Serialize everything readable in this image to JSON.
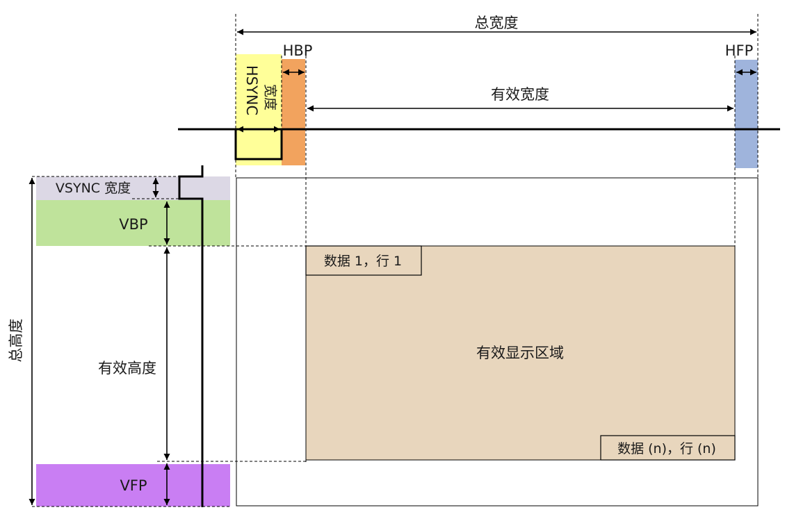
{
  "labels": {
    "total_width": "总宽度",
    "hbp": "HBP",
    "hfp": "HFP",
    "hsync_en": "HSYNC",
    "hsync_cn": "宽度",
    "valid_width": "有效宽度",
    "vsync": "VSYNC 宽度",
    "vbp": "VBP",
    "vfp": "VFP",
    "total_height": "总高度",
    "valid_height": "有效高度",
    "display_area": "有效显示区域",
    "data_first": "数据 1，行 1",
    "data_last": "数据 (n)，行 (n)"
  },
  "colors": {
    "hsync": "#ffff99",
    "hbp": "#f2a35e",
    "hfp": "#9fb4dc",
    "vsync": "#dcd8e5",
    "vbp": "#bfe39b",
    "vfp": "#c97ef3",
    "display": "#e8d6bd",
    "line": "#000000"
  }
}
